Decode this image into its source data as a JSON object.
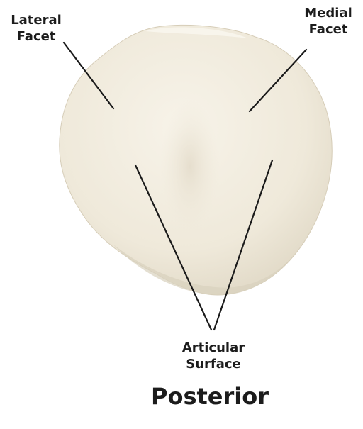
{
  "colors": {
    "bone_fill": "#f1ecdf",
    "bone_shadow": "#ddd6c4",
    "leader_line": "#1a1a1a",
    "label_text": "#1c1c1c"
  },
  "labels": {
    "lateral_facet": {
      "line1": "Lateral",
      "line2": "Facet"
    },
    "medial_facet": {
      "line1": "Medial",
      "line2": "Facet"
    },
    "articular_surface": {
      "line1": "Articular",
      "line2": "Surface"
    },
    "view": "Posterior"
  }
}
